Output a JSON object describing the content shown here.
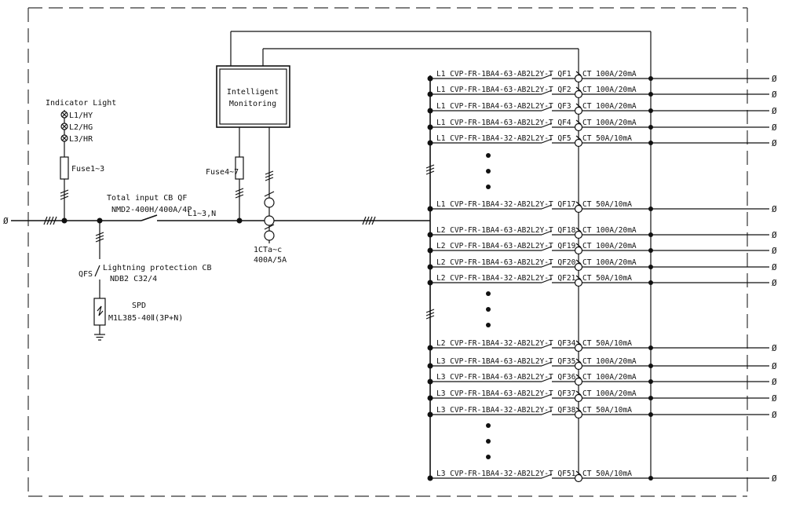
{
  "indicator": {
    "title": "Indicator Light",
    "lights": [
      "L1/HY",
      "L2/HG",
      "L3/HR"
    ]
  },
  "fuse_13": "Fuse1~3",
  "fuse_47": "Fuse4~7",
  "total_cb": {
    "title": "Total input CB  QF",
    "model": "NMD2-400H/400A/4P",
    "bus": "L1~3,N"
  },
  "lightning": {
    "qfs": "QFS",
    "title": "Lightning protection CB",
    "model": "NDB2 C32/4",
    "spd_label": "SPD",
    "spd_model": "M1L385-40Ⅱ(3P+N)"
  },
  "monitor": {
    "line1": "Intelligent",
    "line2": "Monitoring"
  },
  "ct_main": {
    "line1": "1CTa~c",
    "line2": "400A/5A"
  },
  "input_symbol": "Ø",
  "output_symbol": "Ø",
  "branches": [
    {
      "phase": "L1",
      "model": "CVP-FR-1BA4-63-AB2L2Y-T",
      "qf": "QF1",
      "ct": "CT 100A/20mA"
    },
    {
      "phase": "L1",
      "model": "CVP-FR-1BA4-63-AB2L2Y-T",
      "qf": "QF2",
      "ct": "CT 100A/20mA"
    },
    {
      "phase": "L1",
      "model": "CVP-FR-1BA4-63-AB2L2Y-T",
      "qf": "QF3",
      "ct": "CT 100A/20mA"
    },
    {
      "phase": "L1",
      "model": "CVP-FR-1BA4-63-AB2L2Y-T",
      "qf": "QF4",
      "ct": "CT 100A/20mA"
    },
    {
      "phase": "L1",
      "model": "CVP-FR-1BA4-32-AB2L2Y-T",
      "qf": "QF5",
      "ct": "CT 50A/10mA"
    },
    {
      "phase": "L1",
      "model": "CVP-FR-1BA4-32-AB2L2Y-T",
      "qf": "QF17",
      "ct": "CT 50A/10mA"
    },
    {
      "phase": "L2",
      "model": "CVP-FR-1BA4-63-AB2L2Y-T",
      "qf": "QF18",
      "ct": "CT 100A/20mA"
    },
    {
      "phase": "L2",
      "model": "CVP-FR-1BA4-63-AB2L2Y-T",
      "qf": "QF19",
      "ct": "CT 100A/20mA"
    },
    {
      "phase": "L2",
      "model": "CVP-FR-1BA4-63-AB2L2Y-T",
      "qf": "QF20",
      "ct": "CT 100A/20mA"
    },
    {
      "phase": "L2",
      "model": "CVP-FR-1BA4-32-AB2L2Y-T",
      "qf": "QF21",
      "ct": "CT 50A/10mA"
    },
    {
      "phase": "L2",
      "model": "CVP-FR-1BA4-32-AB2L2Y-T",
      "qf": "QF34",
      "ct": "CT 50A/10mA"
    },
    {
      "phase": "L3",
      "model": "CVP-FR-1BA4-63-AB2L2Y-T",
      "qf": "QF35",
      "ct": "CT 100A/20mA"
    },
    {
      "phase": "L3",
      "model": "CVP-FR-1BA4-63-AB2L2Y-T",
      "qf": "QF36",
      "ct": "CT 100A/20mA"
    },
    {
      "phase": "L3",
      "model": "CVP-FR-1BA4-63-AB2L2Y-T",
      "qf": "QF37",
      "ct": "CT 100A/20mA"
    },
    {
      "phase": "L3",
      "model": "CVP-FR-1BA4-32-AB2L2Y-T",
      "qf": "QF38",
      "ct": "CT 50A/10mA"
    },
    {
      "phase": "L3",
      "model": "CVP-FR-1BA4-32-AB2L2Y-T",
      "qf": "QF51",
      "ct": "CT 50A/10mA"
    }
  ]
}
